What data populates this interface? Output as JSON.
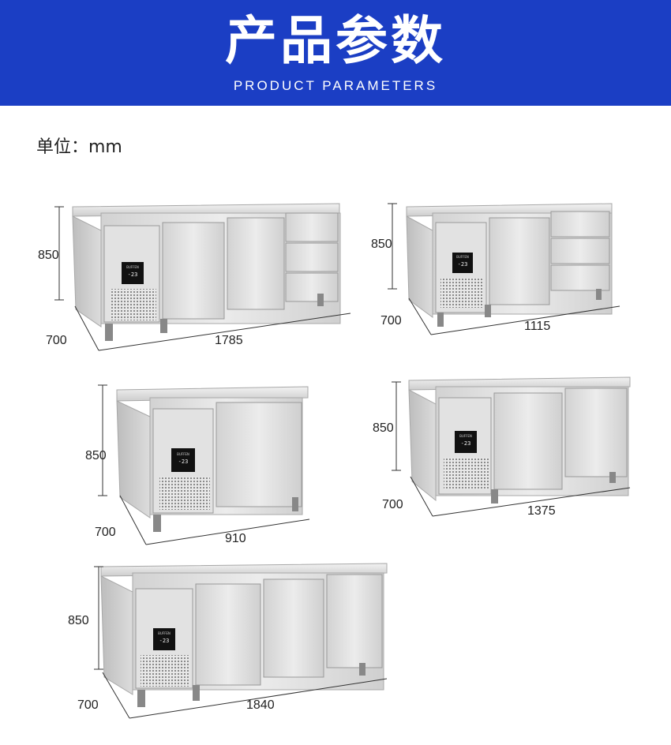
{
  "header": {
    "title": "产品参数",
    "subtitle": "PRODUCT PARAMETERS"
  },
  "unit_label": "单位：mm",
  "products": [
    {
      "width": "1785",
      "depth": "700",
      "height": "850",
      "brand": "BUFFEN",
      "display": "-23"
    },
    {
      "width": "1115",
      "depth": "700",
      "height": "850",
      "brand": "BUFFEN",
      "display": "-23"
    },
    {
      "width": "910",
      "depth": "700",
      "height": "850",
      "brand": "BUFFEN",
      "display": "-23"
    },
    {
      "width": "1375",
      "depth": "700",
      "height": "850",
      "brand": "BUFFEN",
      "display": "-23"
    },
    {
      "width": "1840",
      "depth": "700",
      "height": "850",
      "brand": "BUFFEN",
      "display": "-23"
    }
  ],
  "colors": {
    "banner": "#1b3ec4",
    "steel_light": "#e6e6e6",
    "steel_dark": "#b9b9b9"
  }
}
